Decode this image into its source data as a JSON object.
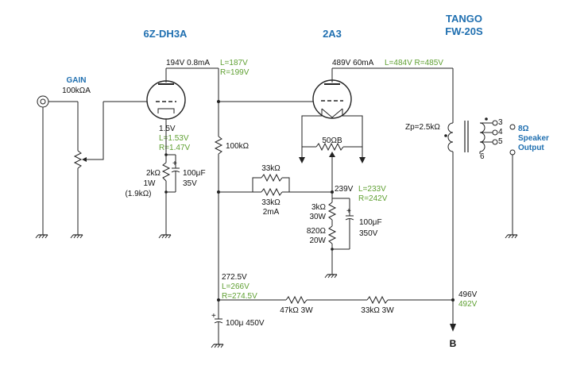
{
  "colors": {
    "title": "#1f6fb0",
    "measured": "#5fa032",
    "ink": "#222222"
  },
  "titles": {
    "stage1": "6Z-DH3A",
    "stage2": "2A3",
    "transformer_line1": "TANGO",
    "transformer_line2": "FW-20S"
  },
  "gain": {
    "label": "GAIN",
    "value": "100kΩA"
  },
  "v1": {
    "plate": "194V 0.8mA",
    "plate_l": "L=187V",
    "plate_r": "R=199V",
    "cathode": "1.5V",
    "cathode_l": "L=1.53V",
    "cathode_r": "R=1.47V",
    "rk_value": "2kΩ",
    "rk_watt": "1W",
    "rk_alt": "(1.9kΩ)",
    "ck_value": "100μF",
    "ck_volt": "35V",
    "plate_load": "100kΩ"
  },
  "v2": {
    "plate": "489V 60mA",
    "plate_lr": "L=484V R=485V",
    "hum_pot": "50ΩB",
    "r_parallel_top": "33kΩ",
    "r_parallel_bottom": "33kΩ",
    "r_parallel_current": "2mA",
    "cathode": "239V",
    "cathode_l": "L=233V",
    "cathode_r": "R=242V",
    "rk1_value": "3kΩ",
    "rk1_watt": "30W",
    "rk2_value": "820Ω",
    "rk2_watt": "20W",
    "ck_value": "100μF",
    "ck_volt": "350V"
  },
  "output": {
    "zp": "Zp=2.5kΩ",
    "tap3": "3",
    "tap4": "4",
    "tap5": "5",
    "tap6": "6",
    "speaker_line1": "8Ω",
    "speaker_line2": "Speaker",
    "speaker_line3": "Output"
  },
  "supply": {
    "node1": "272.5V",
    "node1_l": "L=266V",
    "node1_r": "R=274.5V",
    "cap": "100μ 450V",
    "r1": "47kΩ 3W",
    "r2": "33kΩ 3W",
    "b_voltage": "496V",
    "b_measured": "492V",
    "b_label": "B"
  }
}
